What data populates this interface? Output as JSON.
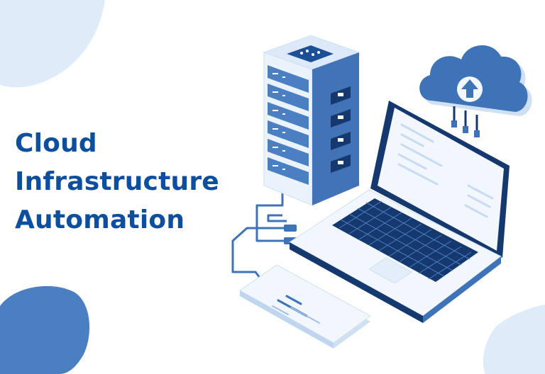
{
  "headline": {
    "line1": "Cloud",
    "line2": "Infrastructure",
    "line3": "Automation"
  },
  "colors": {
    "headline": "#0d4f9e",
    "primary_blue": "#3f73b8",
    "dark_blue": "#15386e",
    "light_blue": "#dbe9f8",
    "blob": "#deecfa"
  },
  "icons": [
    "server-rack-icon",
    "laptop-icon",
    "cloud-upload-icon",
    "tablet-icon",
    "cable-icon"
  ]
}
